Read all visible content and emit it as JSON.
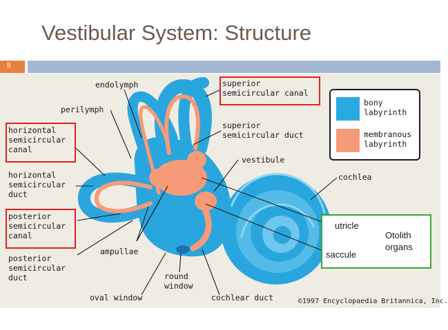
{
  "slide": {
    "title": "Vestibular System: Structure",
    "number": "5",
    "colors": {
      "title": "#6b5a4f",
      "accent_bar": "#e8813c",
      "rule_bar": "#a3b8d2"
    }
  },
  "diagram": {
    "labels": {
      "endolymph": "endolymph",
      "superior_canal": "superior\nsemicircular canal",
      "perilymph": "perilymph",
      "horizontal_canal": "horizontal\nsemicircular\ncanal",
      "superior_duct": "superior\nsemicircular duct",
      "vestibule": "vestibule",
      "horizontal_duct": "horizontal\nsemicircular\nduct",
      "cochlea": "cochlea",
      "posterior_canal": "posterior\nsemicircular\ncanal",
      "ampullae": "ampullae",
      "posterior_duct": "posterior\nsemicircular\nduct",
      "round_window": "round\nwindow",
      "oval_window": "oval window",
      "cochlear_duct": "cochlear duct",
      "copyright": "©1997 Encyclopaedia Britannica, Inc."
    },
    "legend": {
      "bony": "bony\nlabyrinth",
      "membranous": "membranous\nlabyrinth"
    },
    "colors": {
      "bony": "#29a9e1",
      "membranous": "#f79a78",
      "highlight_box": "#e02020",
      "otolith_box": "#3aa53a"
    },
    "otolith": {
      "utricle": "utricle",
      "saccule": "saccule",
      "group": "Otolith\norgans"
    }
  }
}
